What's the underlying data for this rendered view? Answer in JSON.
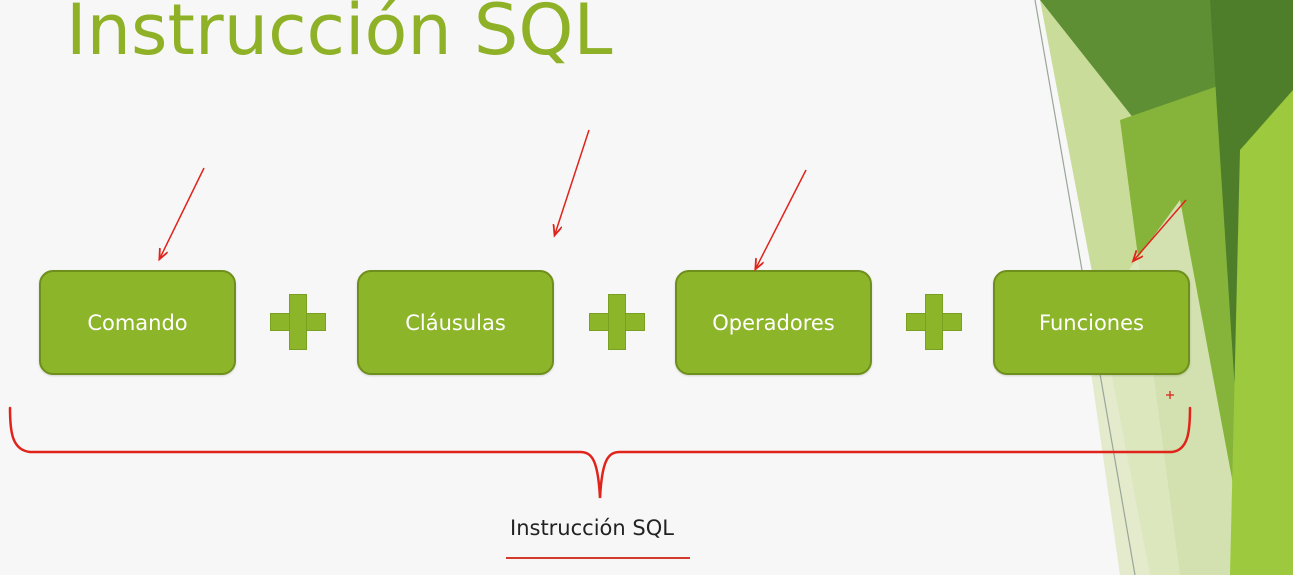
{
  "title": "Instrucción SQL",
  "boxes": [
    {
      "label": "Comando"
    },
    {
      "label": "Cláusulas"
    },
    {
      "label": "Operadores"
    },
    {
      "label": "Funciones"
    }
  ],
  "plus_symbol": "+",
  "caption": "Instrucción SQL",
  "colors": {
    "accent_green": "#8db52a",
    "title_green": "#8fb127",
    "annotation_red": "#e0241b"
  }
}
